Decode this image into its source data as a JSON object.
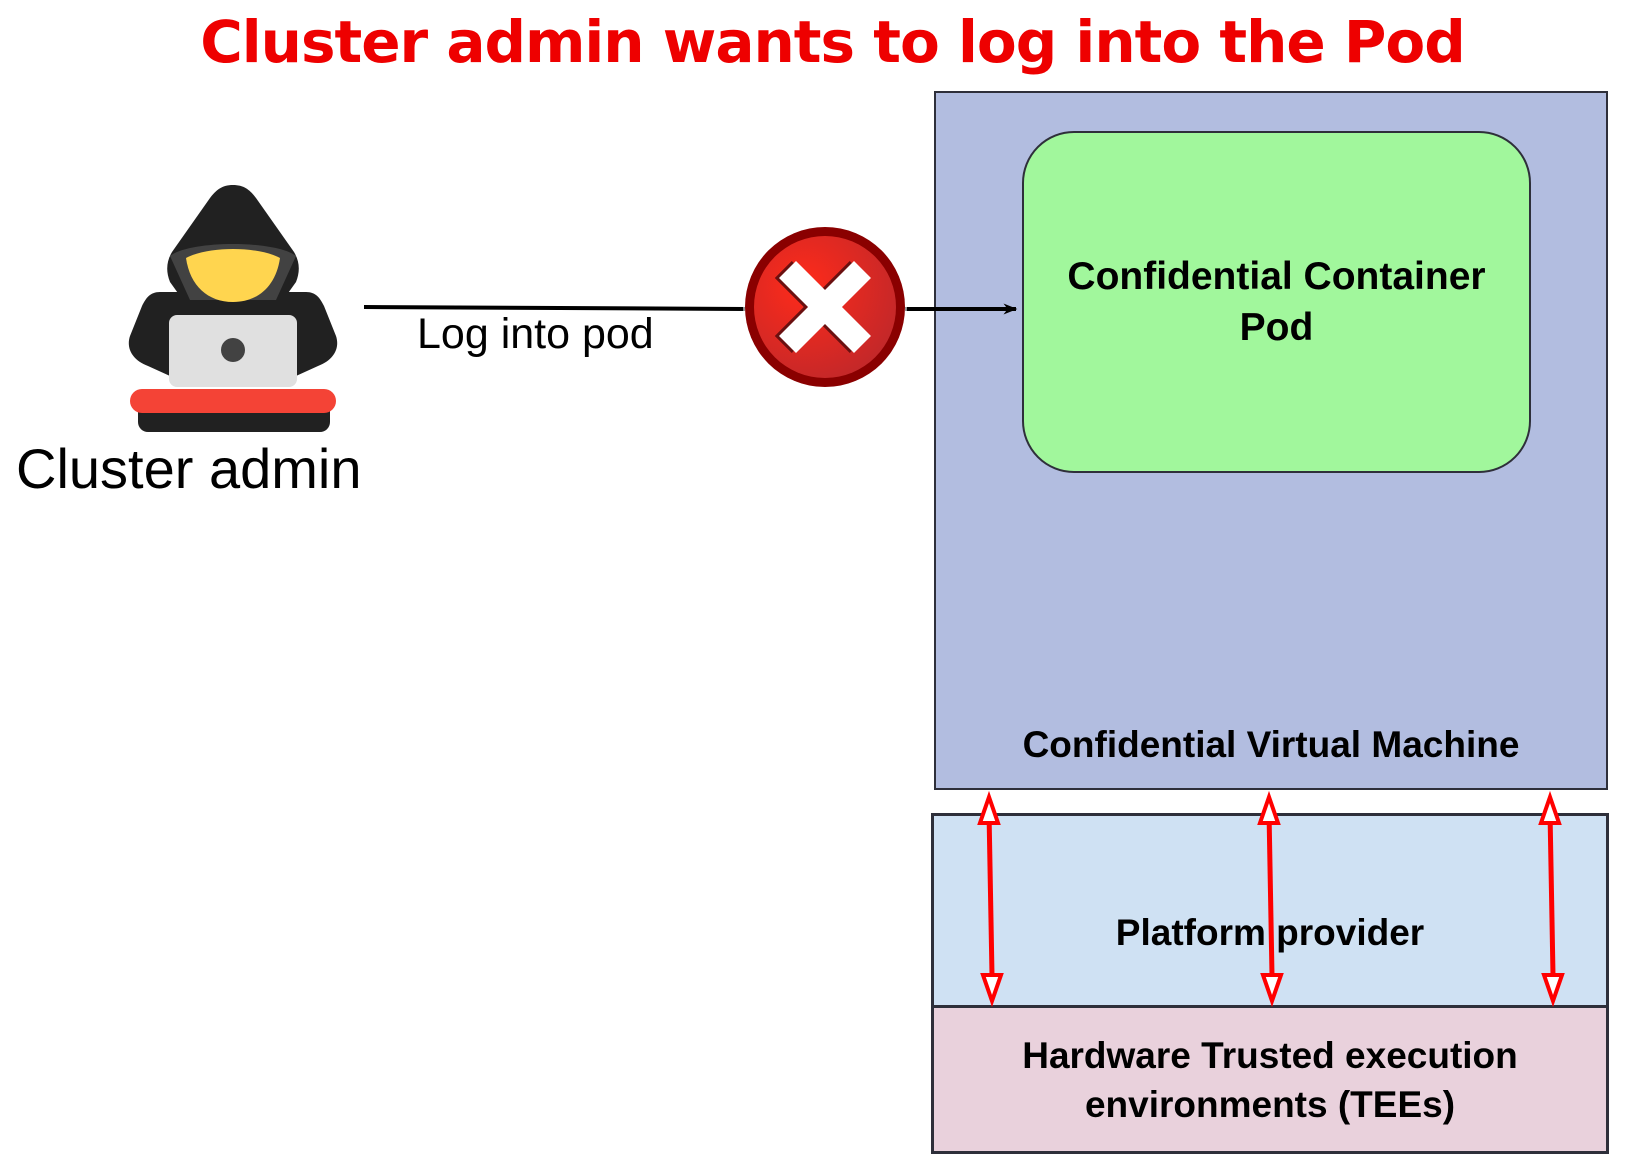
{
  "title": "Cluster admin wants to log into the Pod",
  "colors": {
    "title": "#ee0000",
    "vm_fill": "#b2bde0",
    "pod_fill": "#a1f79c",
    "platform_fill": "#cfe1f3",
    "tee_fill": "#e9d1dc",
    "blocked_red": "#e8231d",
    "arrow_red": "#ff0000"
  },
  "actor": {
    "label": "Cluster admin",
    "icon": "hacker-with-laptop-icon"
  },
  "connection": {
    "label": "Log into pod",
    "status": "blocked",
    "status_icon": "x-circle-icon"
  },
  "vm": {
    "label": "Confidential Virtual Machine",
    "pod": {
      "label": "Confidential Container Pod"
    }
  },
  "platform": {
    "label": "Platform provider"
  },
  "tee": {
    "label": "Hardware Trusted execution environments (TEEs)"
  },
  "links": [
    {
      "from": "vm",
      "to": "tee",
      "type": "bidirectional"
    },
    {
      "from": "vm",
      "to": "tee",
      "type": "bidirectional"
    },
    {
      "from": "vm",
      "to": "tee",
      "type": "bidirectional"
    }
  ]
}
